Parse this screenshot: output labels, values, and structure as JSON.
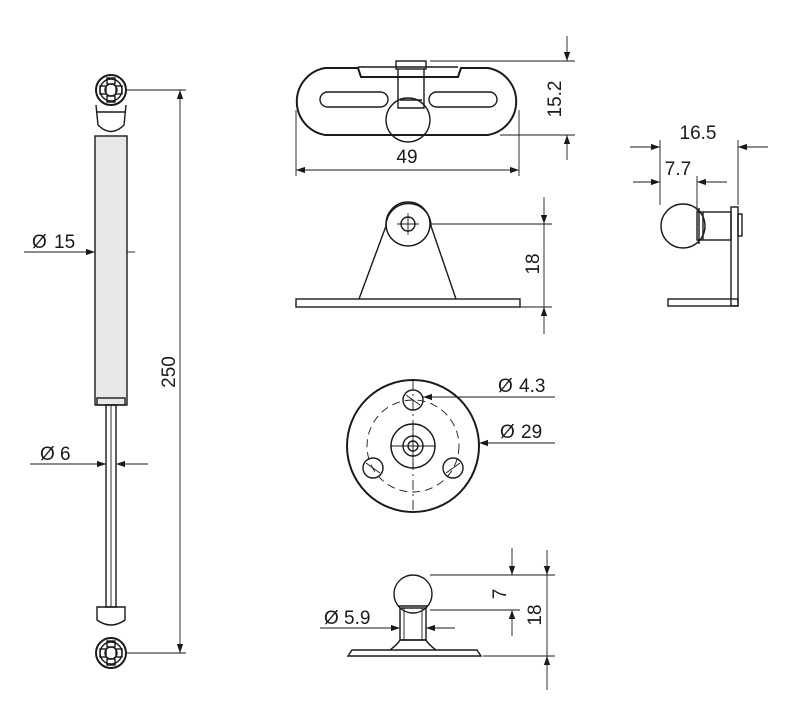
{
  "dimensions": {
    "body_diameter": "15",
    "total_length": "250",
    "rod_diameter": "6",
    "bracket_width": "49",
    "bracket_height": "15.2",
    "side_depth": "16.5",
    "side_ball_offset": "7.7",
    "angle_height": "18",
    "hole_diameter": "4.3",
    "plate_diameter": "29",
    "ball_height": "7",
    "ball_stud_height": "18",
    "neck_diameter": "5.9"
  },
  "symbols": {
    "diameter": "Ø"
  },
  "colors": {
    "line": "#1a1a1a",
    "body_fill": "#e8e8e8",
    "background": "#ffffff"
  }
}
